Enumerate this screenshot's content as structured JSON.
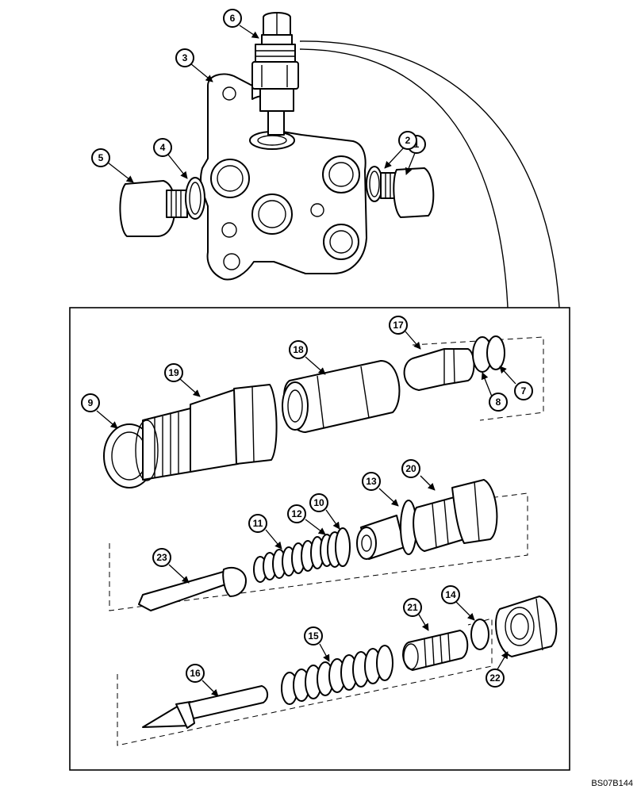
{
  "figure_code": "BS07B144",
  "callouts": [
    "1",
    "2",
    "3",
    "4",
    "5",
    "6",
    "7",
    "8",
    "9",
    "10",
    "11",
    "12",
    "13",
    "14",
    "15",
    "16",
    "17",
    "18",
    "19",
    "20",
    "21",
    "22",
    "23"
  ],
  "colors": {
    "line": "#000000",
    "background": "#ffffff"
  }
}
